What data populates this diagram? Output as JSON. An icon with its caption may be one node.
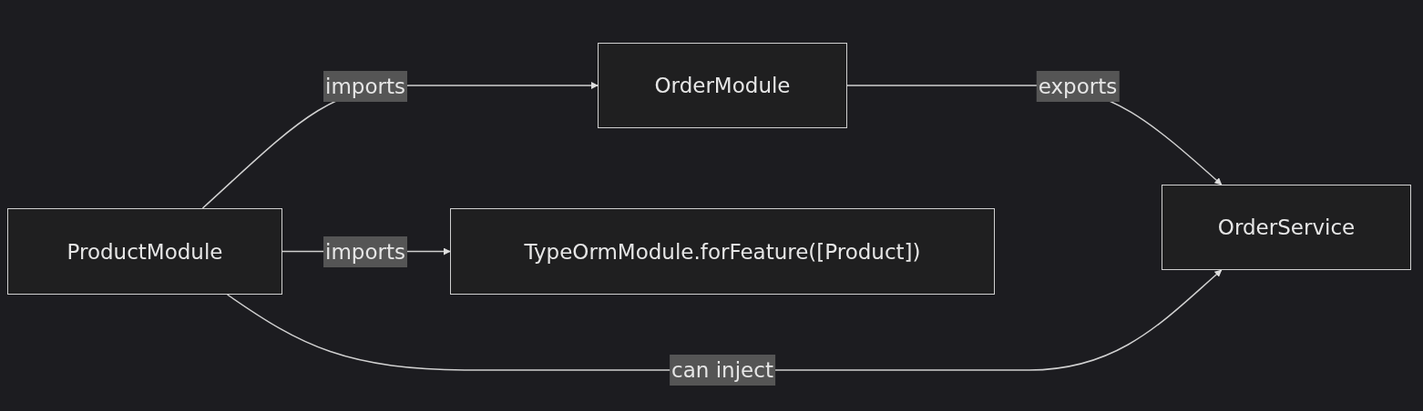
{
  "diagram": {
    "nodes": [
      {
        "text": [
          "ProductModule"
        ]
      },
      {
        "text": [
          "OrderModule"
        ]
      },
      {
        "text": [
          "TypeOrmModule.forFeature([Product])"
        ]
      },
      {
        "text": [
          "OrderService"
        ]
      }
    ],
    "edges": [
      {
        "from": 0,
        "to": 1,
        "arrow": "to",
        "label": "imports"
      },
      {
        "from": 1,
        "to": 3,
        "arrow": "to",
        "label": "exports"
      },
      {
        "from": 0,
        "to": 2,
        "arrow": "to",
        "label": "imports"
      },
      {
        "from": 0,
        "to": 3,
        "arrow": "to",
        "label": "can inject"
      }
    ]
  }
}
